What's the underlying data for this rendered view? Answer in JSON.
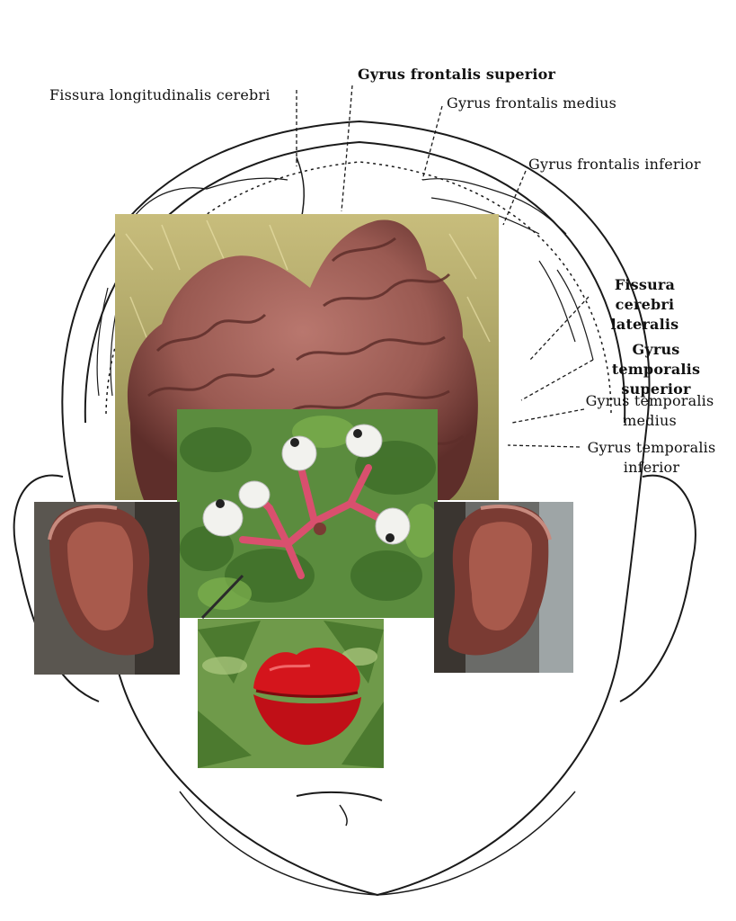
{
  "labels": {
    "fissura_longitudinalis": "Fissura longitudinalis cerebri",
    "gyrus_frontalis_superior": "Gyrus frontalis superior",
    "gyrus_frontalis_medius": "Gyrus frontalis medius",
    "gyrus_frontalis_inferior": "Gyrus frontalis inferior",
    "fissura_cerebri_lateralis_1": "Fissura cerebri",
    "fissura_cerebri_lateralis_2": "lateralis",
    "gyrus_temporalis_superior_1": "Gyrus temporalis",
    "gyrus_temporalis_superior_2": "superior",
    "gyrus_temporalis_medius_1": "Gyrus temporalis",
    "gyrus_temporalis_medius_2": "medius",
    "gyrus_temporalis_inferior_1": "Gyrus temporalis",
    "gyrus_temporalis_inferior_2": "inferior"
  },
  "colors": {
    "line": "#1a1a1a",
    "fungus_brain": "#9a5a52",
    "fungus_brain_dark": "#5e2e2a",
    "grass": "#b7ad6e",
    "leaf_green": "#4f8a3a",
    "stem_pink": "#d9506e",
    "berry_white": "#f2f2ee",
    "ear_fungus": "#7a3b33",
    "lips_red": "#d4151c"
  },
  "icons": {
    "brain_fungus": "brain-fungus-photo",
    "dolls_eyes": "dolls-eyes-plant-photo",
    "ear_fungus": "wood-ear-fungus-photo",
    "lips_plant": "hot-lips-plant-photo"
  }
}
